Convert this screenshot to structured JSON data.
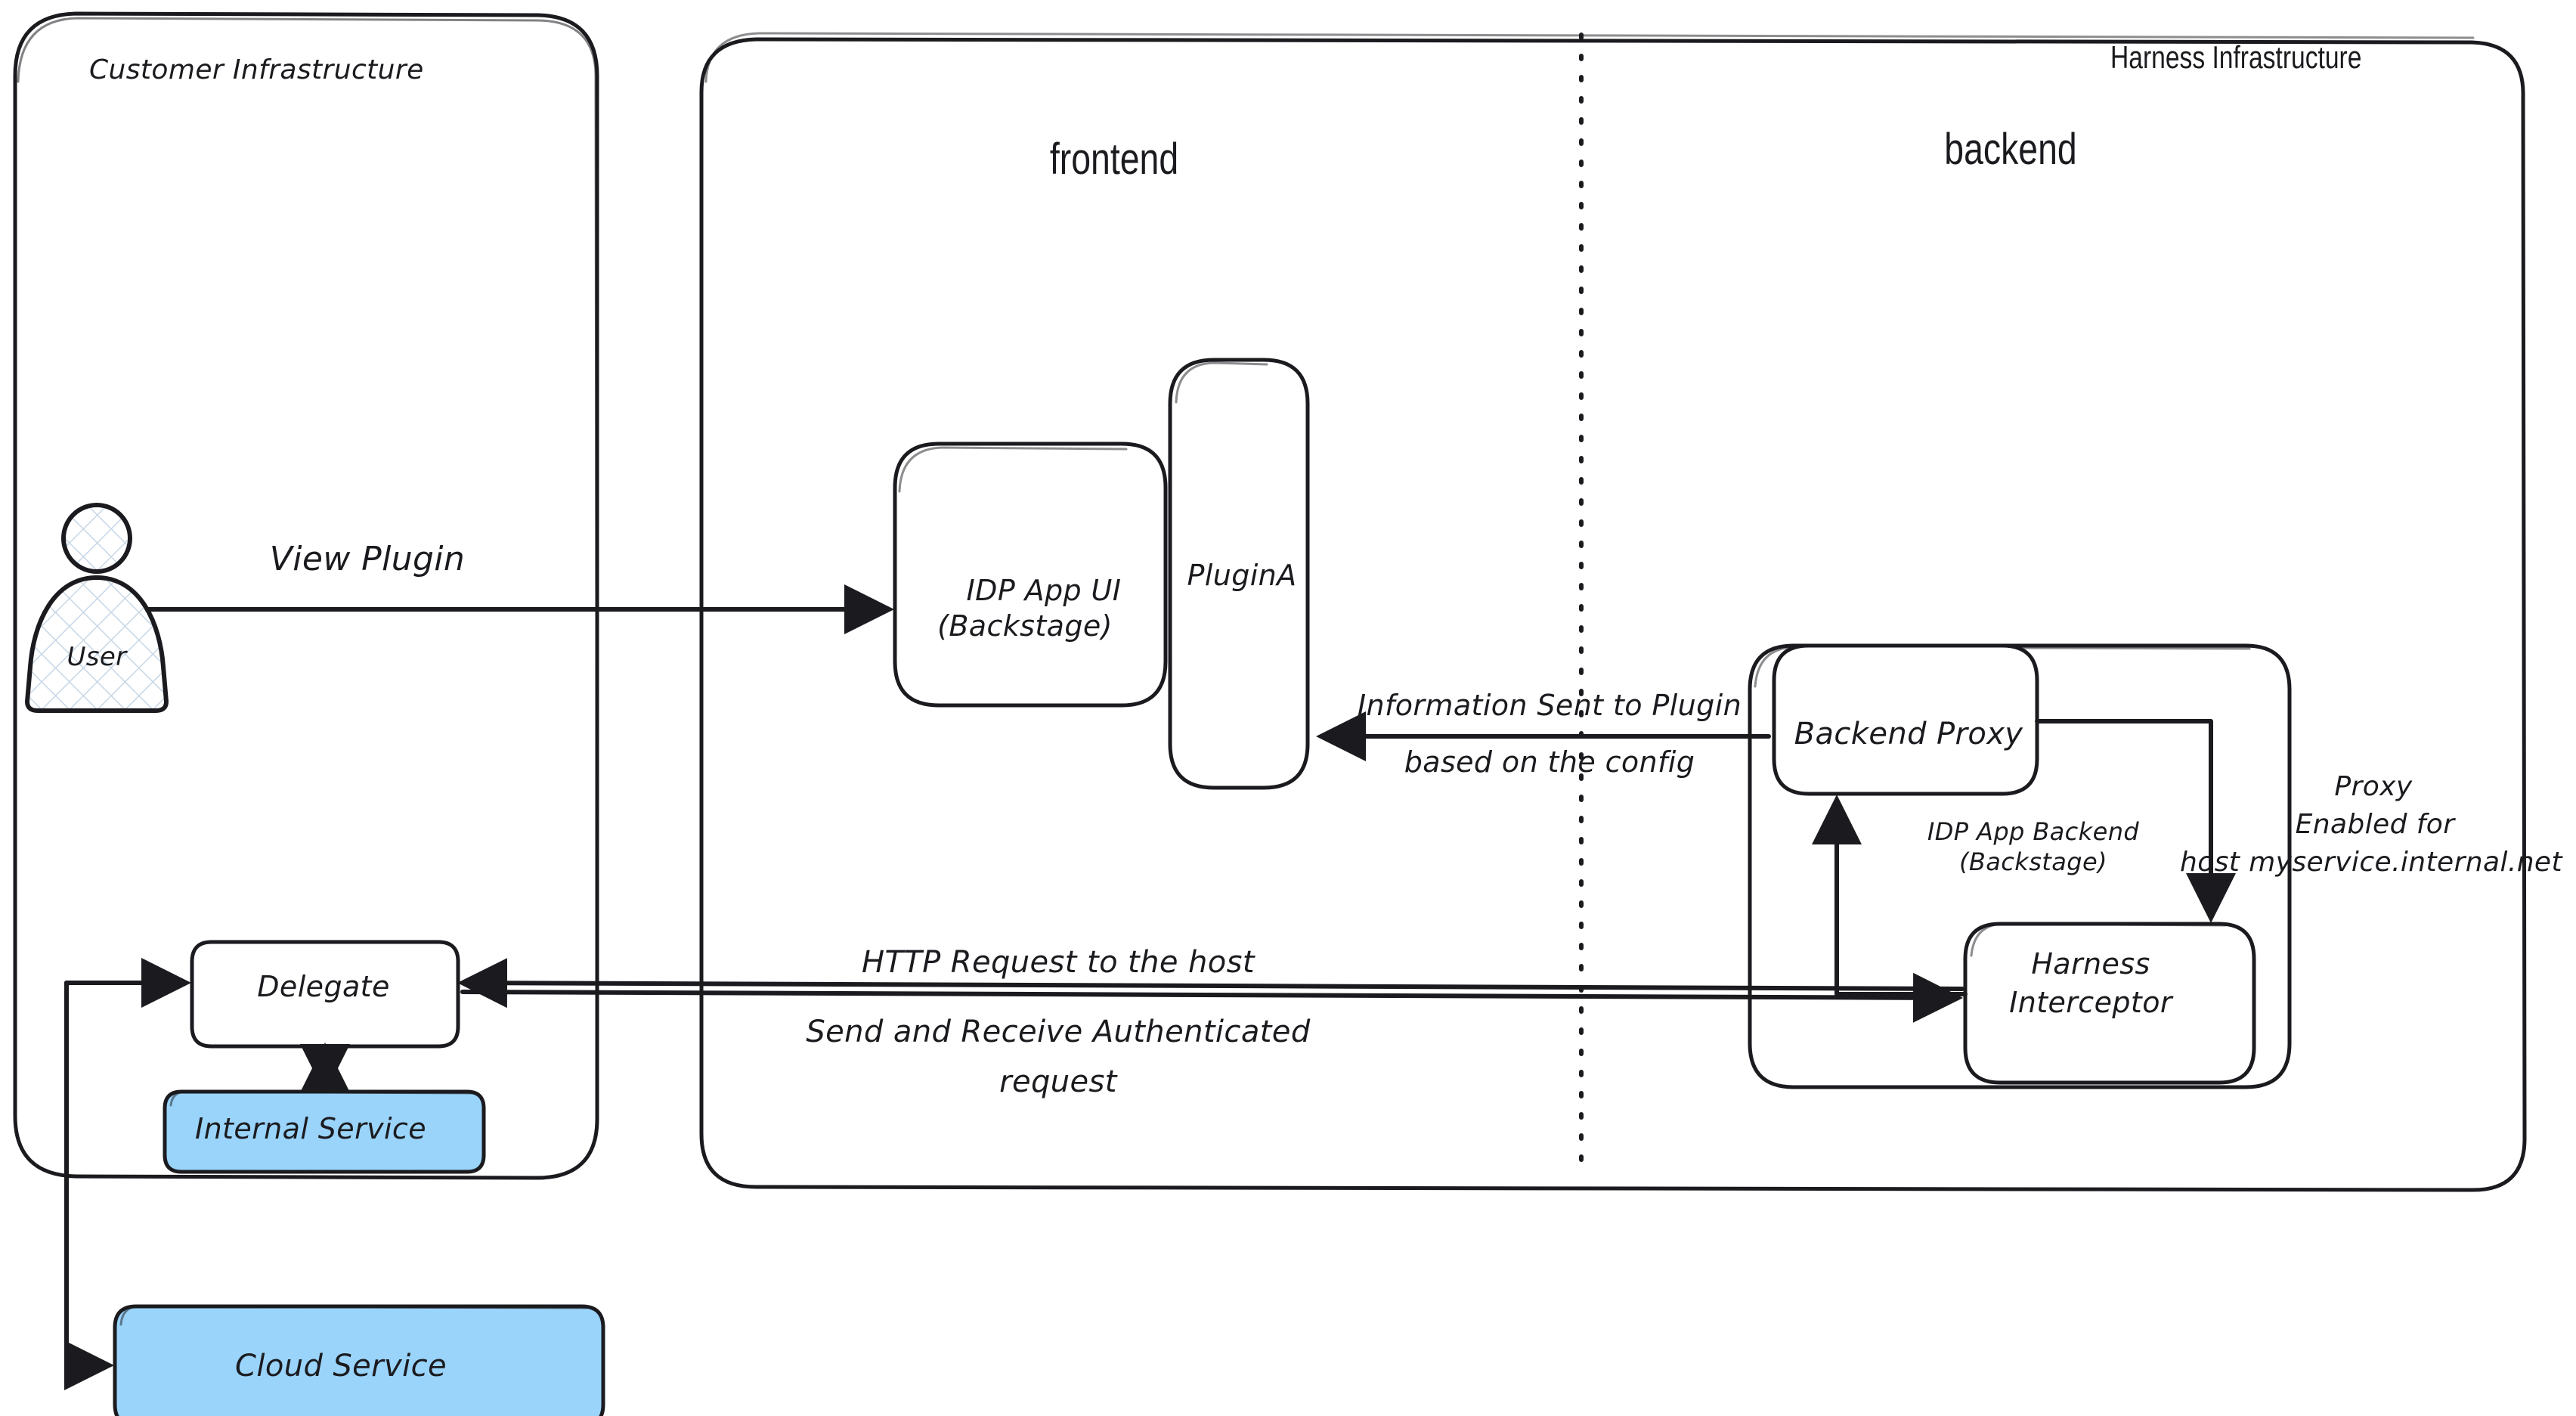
{
  "diagram": {
    "title_not_shown": "",
    "colors": {
      "stroke": "#1b1b1f",
      "background": "#ffffff",
      "service_fill": "#9ad4fb",
      "hatch_fill": "#d9e6f2"
    },
    "containers": [
      {
        "id": "customer-infrastructure",
        "label": "Customer Infrastructure"
      },
      {
        "id": "harness-infrastructure",
        "label": "Harness Infrastructure"
      },
      {
        "id": "idp-app-backend",
        "label": "IDP App Backend\n(Backstage)"
      }
    ],
    "zones": [
      {
        "id": "frontend",
        "label": "frontend"
      },
      {
        "id": "backend",
        "label": "backend"
      }
    ],
    "nodes": [
      {
        "id": "user",
        "label": "User",
        "shape": "actor"
      },
      {
        "id": "idp-app-ui",
        "label": "IDP App UI\n(Backstage)",
        "shape": "rounded-rect"
      },
      {
        "id": "plugin-a",
        "label": "PluginA",
        "shape": "rounded-rect"
      },
      {
        "id": "backend-proxy",
        "label": "Backend Proxy",
        "shape": "rounded-rect"
      },
      {
        "id": "harness-interceptor",
        "label": "Harness\nInterceptor",
        "shape": "rounded-rect"
      },
      {
        "id": "delegate",
        "label": "Delegate",
        "shape": "rounded-rect"
      },
      {
        "id": "internal-service",
        "label": "Internal Service",
        "shape": "rounded-rect",
        "fill": "#9ad4fb"
      },
      {
        "id": "cloud-service",
        "label": "Cloud Service",
        "shape": "rounded-rect",
        "fill": "#9ad4fb"
      }
    ],
    "edge_labels": [
      {
        "id": "view-plugin",
        "text": "View Plugin"
      },
      {
        "id": "info-sent-line1",
        "text": "Information Sent to Plugin"
      },
      {
        "id": "info-sent-line2",
        "text": "based on the config"
      },
      {
        "id": "http-request",
        "text": "HTTP Request to the host"
      },
      {
        "id": "send-receive-line1",
        "text": "Send and Receive Authenticated"
      },
      {
        "id": "send-receive-line2",
        "text": "request"
      },
      {
        "id": "proxy-note-line1",
        "text": "Proxy"
      },
      {
        "id": "proxy-note-line2",
        "text": "Enabled for"
      },
      {
        "id": "proxy-note-line3",
        "text": "host myservice.internal.net"
      }
    ]
  }
}
